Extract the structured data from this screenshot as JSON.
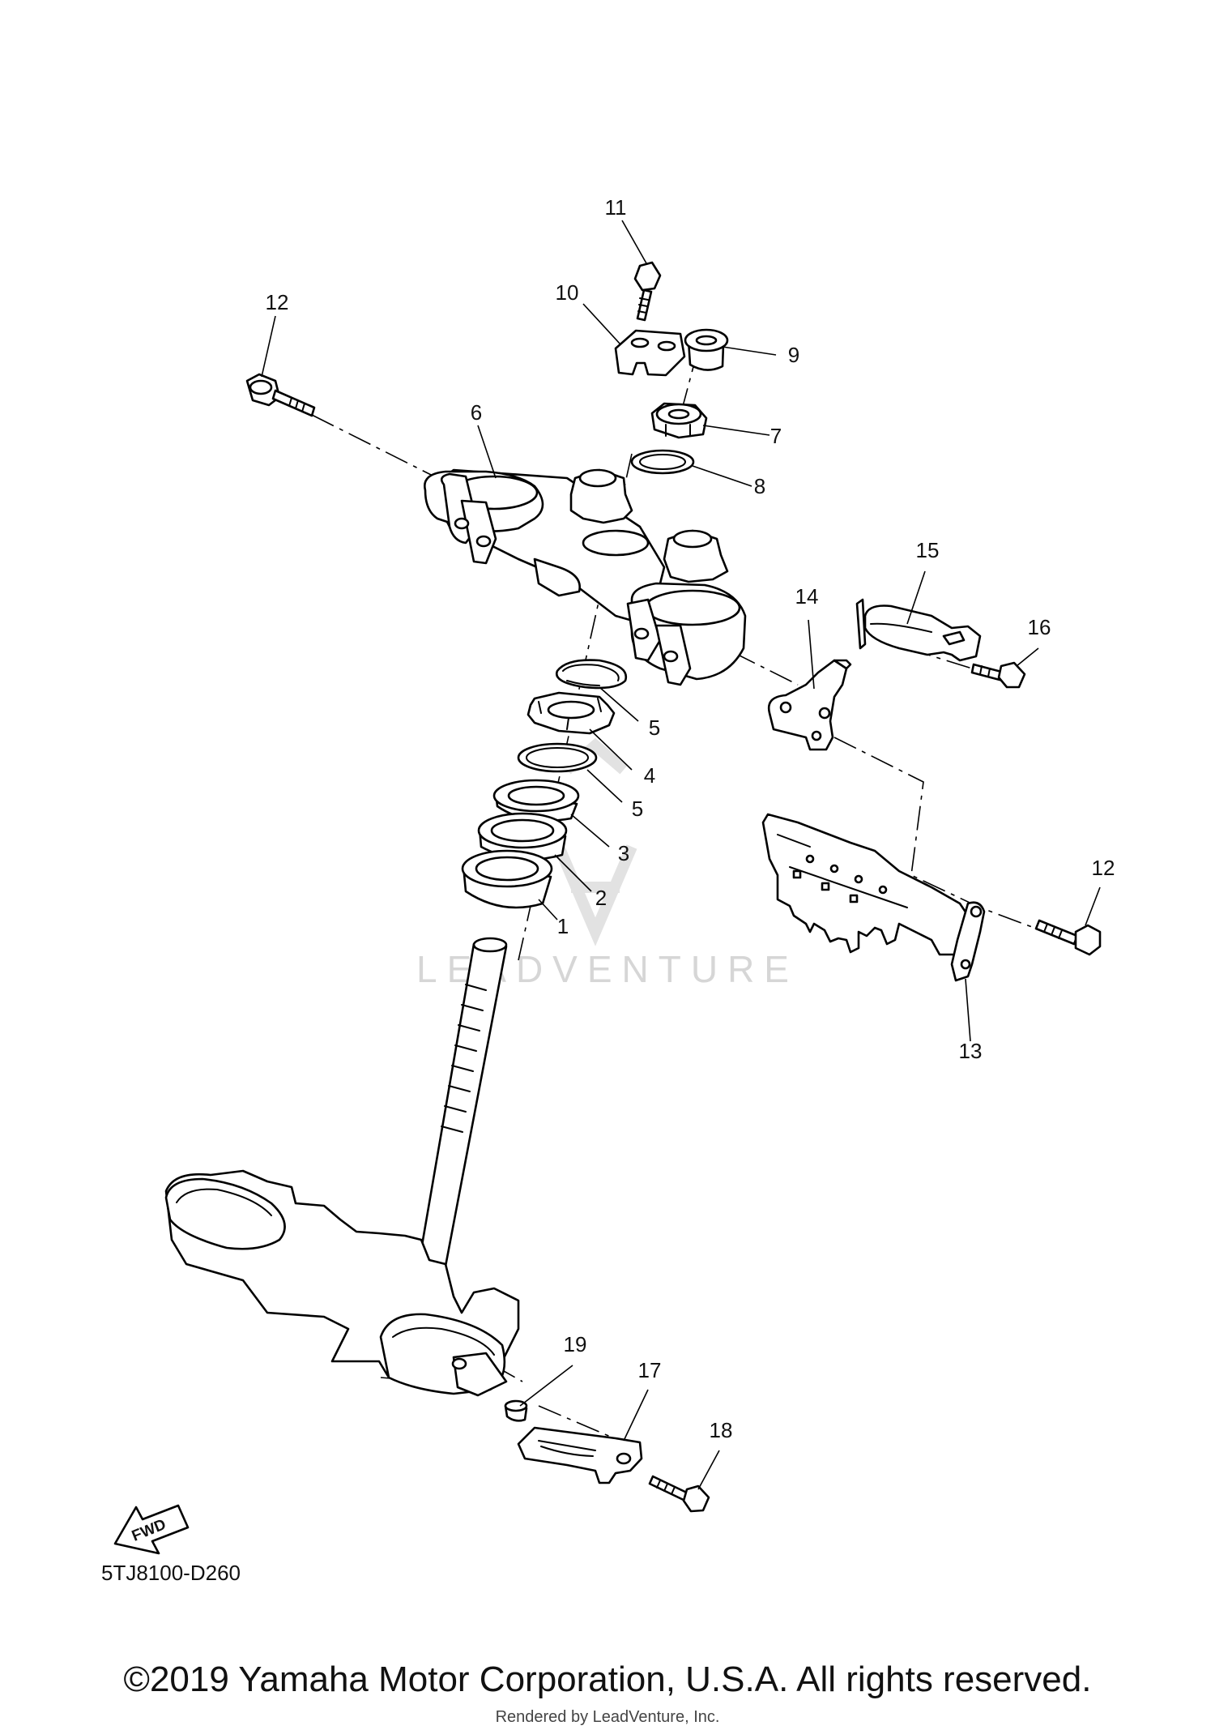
{
  "callouts": [
    {
      "id": "1",
      "label": "1"
    },
    {
      "id": "2",
      "label": "2"
    },
    {
      "id": "3",
      "label": "3"
    },
    {
      "id": "4",
      "label": "4"
    },
    {
      "id": "5a",
      "label": "5"
    },
    {
      "id": "5b",
      "label": "5"
    },
    {
      "id": "6",
      "label": "6"
    },
    {
      "id": "7",
      "label": "7"
    },
    {
      "id": "8",
      "label": "8"
    },
    {
      "id": "9",
      "label": "9"
    },
    {
      "id": "10",
      "label": "10"
    },
    {
      "id": "11",
      "label": "11"
    },
    {
      "id": "12a",
      "label": "12"
    },
    {
      "id": "12b",
      "label": "12"
    },
    {
      "id": "13",
      "label": "13"
    },
    {
      "id": "14",
      "label": "14"
    },
    {
      "id": "15",
      "label": "15"
    },
    {
      "id": "16",
      "label": "16"
    },
    {
      "id": "17",
      "label": "17"
    },
    {
      "id": "18",
      "label": "18"
    },
    {
      "id": "19",
      "label": "19"
    }
  ],
  "labels": {
    "1": "1",
    "2": "2",
    "3": "3",
    "4": "4",
    "5a": "5",
    "5b": "5",
    "6": "6",
    "7": "7",
    "8": "8",
    "9": "9",
    "10": "10",
    "11": "11",
    "12a": "12",
    "12b": "12",
    "13": "13",
    "14": "14",
    "15": "15",
    "16": "16",
    "17": "17",
    "18": "18",
    "19": "19"
  },
  "fwd_label": "FWD",
  "diagram_code": "5TJ8100-D260",
  "watermark": "LEADVENTURE",
  "copyright": "©2019 Yamaha Motor Corporation, U.S.A. All rights reserved.",
  "rendered_by": "Rendered by LeadVenture, Inc."
}
